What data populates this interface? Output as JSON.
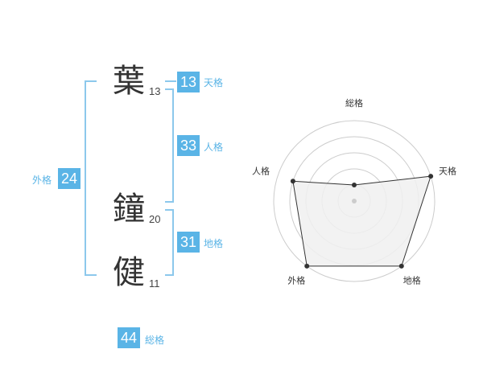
{
  "name": {
    "characters": [
      {
        "char": "葉",
        "strokes": "13"
      },
      {
        "char": "鐘",
        "strokes": "20"
      },
      {
        "char": "健",
        "strokes": "11"
      }
    ]
  },
  "fortune": {
    "tenkaku": {
      "value": "13",
      "label": "天格"
    },
    "jinkaku": {
      "value": "33",
      "label": "人格"
    },
    "chikaku": {
      "value": "31",
      "label": "地格"
    },
    "gaikaku": {
      "value": "24",
      "label": "外格"
    },
    "soukaku": {
      "value": "44",
      "label": "総格"
    }
  },
  "chart_data": {
    "type": "radar",
    "axes": [
      "総格",
      "天格",
      "地格",
      "外格",
      "人格"
    ],
    "values": [
      1,
      5,
      5,
      5,
      4
    ],
    "range": [
      0,
      5
    ],
    "rings": 5,
    "colors": {
      "fill": "#f0f0f0",
      "stroke": "#333333",
      "grid": "#cccccc"
    }
  }
}
